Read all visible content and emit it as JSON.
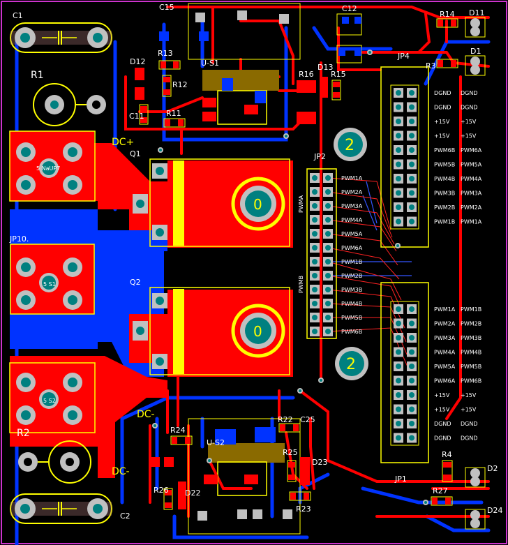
{
  "colors": {
    "background": "#000000",
    "top_copper": "#ff0000",
    "bottom_copper": "#0033ff",
    "silkscreen": "#ffff00",
    "pad": "#c0c0c0",
    "via": "#008080",
    "board_edge": "#cc33cc"
  },
  "refs": {
    "c1": "C1",
    "c2": "C2",
    "r1": "R1",
    "r2": "R2",
    "dcplus": "DC+",
    "dcminus1": "DC-",
    "dcminus2": "DC-",
    "q1": "Q1",
    "q2": "Q2",
    "jp10": "JP10.",
    "jp2": "JP2",
    "jp4": "JP4",
    "jp1": "JP1",
    "d12": "D12",
    "r13": "R13",
    "r12": "R12",
    "c11": "C11",
    "r11": "R11",
    "us1": "U-S1",
    "r16": "R16",
    "d13": "D13",
    "r15": "R15",
    "c15": "C15",
    "c12": "C12",
    "r14": "R14",
    "d11": "D11",
    "d1": "D1",
    "r3": "R3",
    "r24": "R24",
    "us2": "U-S2",
    "r22": "R22",
    "c25": "C25",
    "r25": "R25",
    "d23": "D23",
    "r26": "R26",
    "d22": "D22",
    "r23": "R23",
    "r4": "R4",
    "r27": "R27",
    "d2": "D2",
    "d24": "D24",
    "m1": "5 NaUP7",
    "s1": "5 S1",
    "s2": "5 S2",
    "q1_label": "0",
    "q2_label": "0",
    "mh1": "2",
    "mh2": "2",
    "pwma": "PWMA",
    "pwmb": "PWMB"
  },
  "jp2_labels": [
    "PWM1A",
    "PWM2A",
    "PWM3A",
    "PWM4A",
    "PWM5A",
    "PWM6A",
    "PWM1B",
    "PWM2B",
    "PWM3B",
    "PWM4B",
    "PWM5B",
    "PWM6B"
  ],
  "jp4_left": [
    "DGND",
    "DGND",
    "+15V",
    "+15V",
    "PWM6B",
    "PWM5B",
    "PWM4B",
    "PWM3B",
    "PWM2B",
    "PWM1B"
  ],
  "jp4_right": [
    "DGND",
    "DGND",
    "+15V",
    "+15V",
    "PWM6A",
    "PWM5A",
    "PWM4A",
    "PWM3A",
    "PWM2A",
    "PWM1A"
  ],
  "jp1_left": [
    "PWM1A",
    "PWM2A",
    "PWM3A",
    "PWM4A",
    "PWM5A",
    "PWM6A",
    "+15V",
    "+15V",
    "DGND",
    "DGND"
  ],
  "jp1_right": [
    "PWM1B",
    "PWM2B",
    "PWM3B",
    "PWM4B",
    "PWM5B",
    "PWM6B",
    "+15V",
    "+15V",
    "DGND",
    "DGND"
  ]
}
